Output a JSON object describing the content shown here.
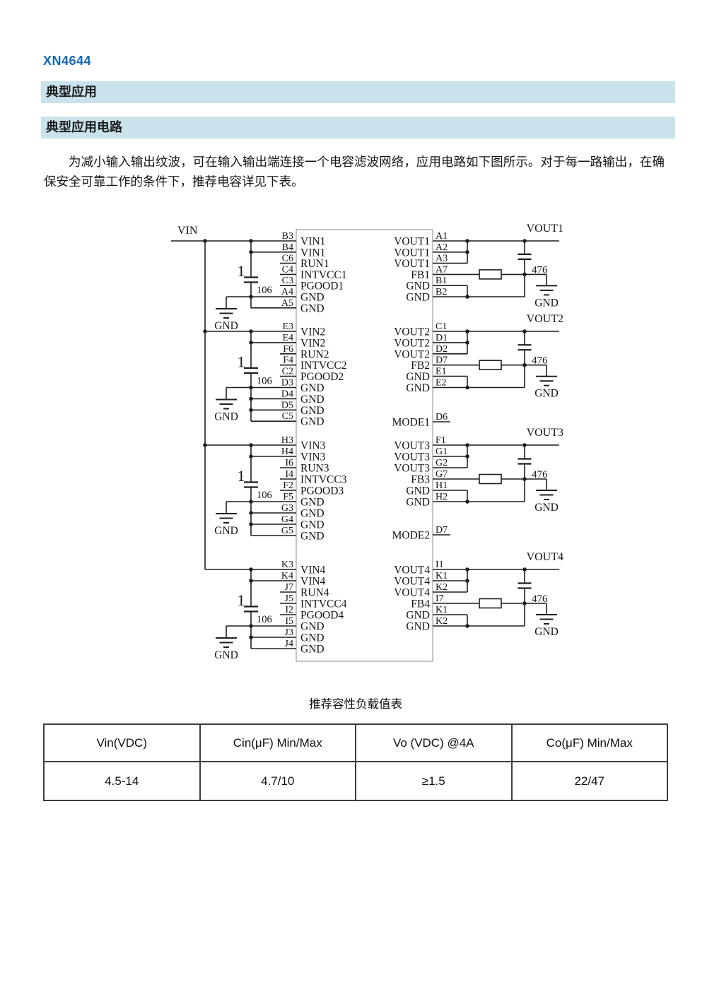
{
  "colors": {
    "part_number": "#1668b2",
    "banner_bg": "#c9e2ec",
    "wire": "#1f1f1f"
  },
  "header": {
    "part_number": "XN4644",
    "banners": [
      {
        "label": "典型应用"
      },
      {
        "label": "典型应用电路"
      }
    ],
    "intro_paragraph": "为减小输入输出纹波，可在输入输出端连接一个电容滤波网络，应用电路如下图所示。对于每一路输出，在确保安全可靠工作的条件下，推荐电容详见下表。"
  },
  "schematic": {
    "input_label": "VIN",
    "ground_label": "GND",
    "input_cap_value": "106",
    "input_cap_marker": "1",
    "output_cap_value": "476",
    "blocks": [
      {
        "vout_label": "VOUT1",
        "left_pins": [
          {
            "id": "B3",
            "name": "VIN1"
          },
          {
            "id": "B4",
            "name": "VIN1"
          },
          {
            "id": "C6",
            "name": "RUN1"
          },
          {
            "id": "C4",
            "name": "INTVCC1"
          },
          {
            "id": "C3",
            "name": "PGOOD1"
          },
          {
            "id": "A4",
            "name": "GND"
          },
          {
            "id": "A5",
            "name": "GND"
          }
        ],
        "right_pins": [
          {
            "id": "A1",
            "name": "VOUT1"
          },
          {
            "id": "A2",
            "name": "VOUT1"
          },
          {
            "id": "A3",
            "name": "VOUT1"
          },
          {
            "id": "A7",
            "name": "FB1"
          },
          {
            "id": "B1",
            "name": "GND"
          },
          {
            "id": "B2",
            "name": "GND"
          }
        ]
      },
      {
        "vout_label": "VOUT2",
        "left_pins": [
          {
            "id": "E3",
            "name": "VIN2"
          },
          {
            "id": "E4",
            "name": "VIN2"
          },
          {
            "id": "F6",
            "name": "RUN2"
          },
          {
            "id": "F4",
            "name": "INTVCC2"
          },
          {
            "id": "C2",
            "name": "PGOOD2"
          },
          {
            "id": "D3",
            "name": "GND"
          },
          {
            "id": "D4",
            "name": "GND"
          },
          {
            "id": "D5",
            "name": "GND"
          },
          {
            "id": "C5",
            "name": "GND"
          }
        ],
        "right_pins": [
          {
            "id": "C1",
            "name": "VOUT2"
          },
          {
            "id": "D1",
            "name": "VOUT2"
          },
          {
            "id": "D2",
            "name": "VOUT2"
          },
          {
            "id": "D7",
            "name": "FB2"
          },
          {
            "id": "E1",
            "name": "GND"
          },
          {
            "id": "E2",
            "name": "GND"
          }
        ]
      },
      {
        "vout_label": "VOUT3",
        "left_pins": [
          {
            "id": "H3",
            "name": "VIN3"
          },
          {
            "id": "H4",
            "name": "VIN3"
          },
          {
            "id": "I6",
            "name": "RUN3"
          },
          {
            "id": "I4",
            "name": "INTVCC3"
          },
          {
            "id": "F2",
            "name": "PGOOD3"
          },
          {
            "id": "F5",
            "name": "GND"
          },
          {
            "id": "G3",
            "name": "GND"
          },
          {
            "id": "G4",
            "name": "GND"
          },
          {
            "id": "G5",
            "name": "GND"
          }
        ],
        "right_pins": [
          {
            "id": "F1",
            "name": "VOUT3"
          },
          {
            "id": "G1",
            "name": "VOUT3"
          },
          {
            "id": "G2",
            "name": "VOUT3"
          },
          {
            "id": "G7",
            "name": "FB3"
          },
          {
            "id": "H1",
            "name": "GND"
          },
          {
            "id": "H2",
            "name": "GND"
          }
        ]
      },
      {
        "vout_label": "VOUT4",
        "left_pins": [
          {
            "id": "K3",
            "name": "VIN4"
          },
          {
            "id": "K4",
            "name": "VIN4"
          },
          {
            "id": "J7",
            "name": "RUN4"
          },
          {
            "id": "J5",
            "name": "INTVCC4"
          },
          {
            "id": "I2",
            "name": "PGOOD4"
          },
          {
            "id": "I5",
            "name": "GND"
          },
          {
            "id": "J3",
            "name": "GND"
          },
          {
            "id": "J4",
            "name": "GND"
          }
        ],
        "right_pins": [
          {
            "id": "I1",
            "name": "VOUT4"
          },
          {
            "id": "K1",
            "name": "VOUT4"
          },
          {
            "id": "K2",
            "name": "VOUT4"
          },
          {
            "id": "I7",
            "name": "FB4"
          },
          {
            "id": "K1",
            "name": "GND"
          },
          {
            "id": "K2",
            "name": "GND"
          }
        ]
      }
    ],
    "mode_pins": [
      {
        "id": "D6",
        "name": "MODE1"
      },
      {
        "id": "D7",
        "name": "MODE2"
      }
    ]
  },
  "cap_table": {
    "title": "推荐容性负载值表",
    "headers": [
      "Vin(VDC)",
      "Cin(μF) Min/Max",
      "Vo (VDC) @4A",
      "Co(μF) Min/Max"
    ],
    "rows": [
      [
        "4.5-14",
        "4.7/10",
        "≥1.5",
        "22/47"
      ]
    ]
  }
}
